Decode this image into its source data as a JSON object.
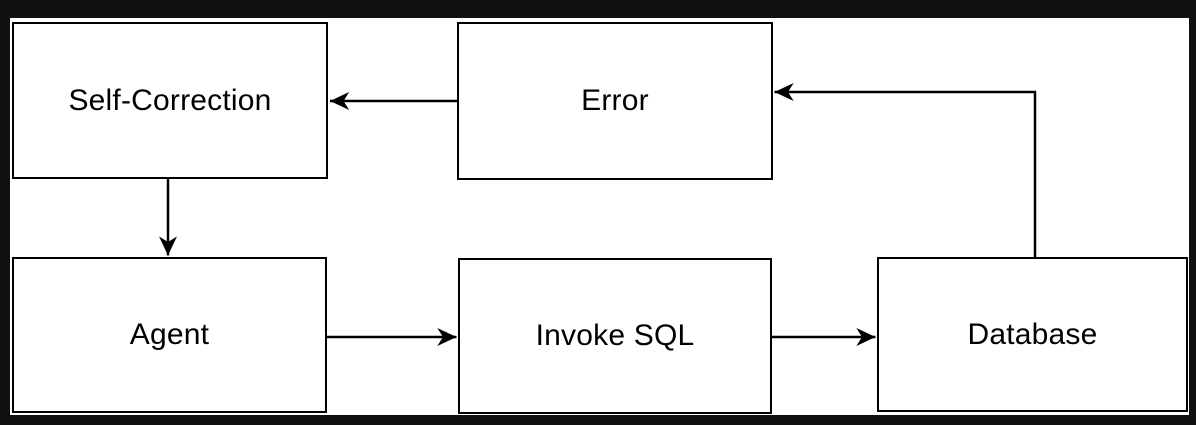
{
  "window": {
    "frame_color": "#101010",
    "canvas_color": "#ffffff"
  },
  "diagram": {
    "type": "flowchart",
    "stroke_color": "#000000",
    "text_color": "#000000",
    "node_fill_color": "#ffffff",
    "nodes": [
      {
        "id": "self-correction",
        "label": "Self-Correction"
      },
      {
        "id": "error",
        "label": "Error"
      },
      {
        "id": "agent",
        "label": "Agent"
      },
      {
        "id": "invoke-sql",
        "label": "Invoke SQL"
      },
      {
        "id": "database",
        "label": "Database"
      }
    ],
    "edges": [
      {
        "from": "error",
        "to": "self-correction",
        "style": "straight-left-arrow"
      },
      {
        "from": "self-correction",
        "to": "agent",
        "style": "straight-down-arrow"
      },
      {
        "from": "agent",
        "to": "invoke-sql",
        "style": "straight-right-arrow"
      },
      {
        "from": "invoke-sql",
        "to": "database",
        "style": "straight-right-arrow"
      },
      {
        "from": "database",
        "to": "error",
        "style": "orthogonal-up-left-arrow"
      }
    ]
  }
}
